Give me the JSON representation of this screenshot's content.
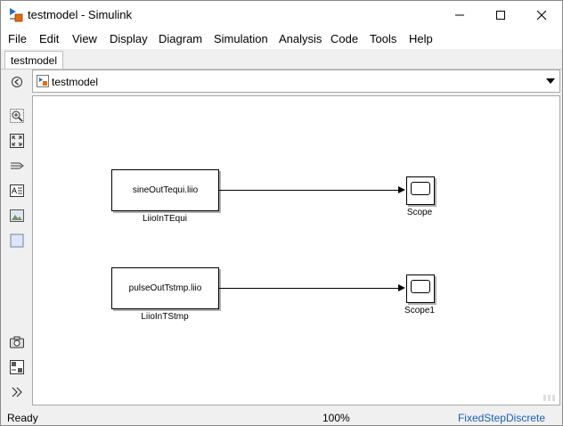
{
  "window": {
    "title": "testmodel - Simulink",
    "minimize_icon": "minimize-icon",
    "maximize_icon": "maximize-icon",
    "close_icon": "close-icon"
  },
  "menu": {
    "items": [
      "File",
      "Edit",
      "View",
      "Display",
      "Diagram",
      "Simulation",
      "Analysis",
      "Code",
      "Tools",
      "Help"
    ]
  },
  "tabs": [
    {
      "label": "testmodel"
    }
  ],
  "toolbar": {
    "icons": [
      "hide-browser-icon",
      "zoom-icon",
      "fit-to-view-icon",
      "signal-icon",
      "annotation-icon",
      "image-icon",
      "area-icon",
      "camera-icon",
      "model-browser-icon",
      "expand-icon"
    ]
  },
  "address": {
    "model_name": "testmodel"
  },
  "diagram": {
    "blocks": [
      {
        "text": "sineOutTequi.liio",
        "label": "LiioInTEqui"
      },
      {
        "text": "pulseOutTstmp.liio",
        "label": "LiioInTStmp"
      }
    ],
    "scopes": [
      {
        "label": "Scope"
      },
      {
        "label": "Scope1"
      }
    ]
  },
  "status": {
    "state": "Ready",
    "zoom": "100%",
    "solver": "FixedStepDiscrete"
  },
  "colors": {
    "solver_link": "#1a5fb4",
    "scope_icon_orange": "#e46c0a"
  }
}
